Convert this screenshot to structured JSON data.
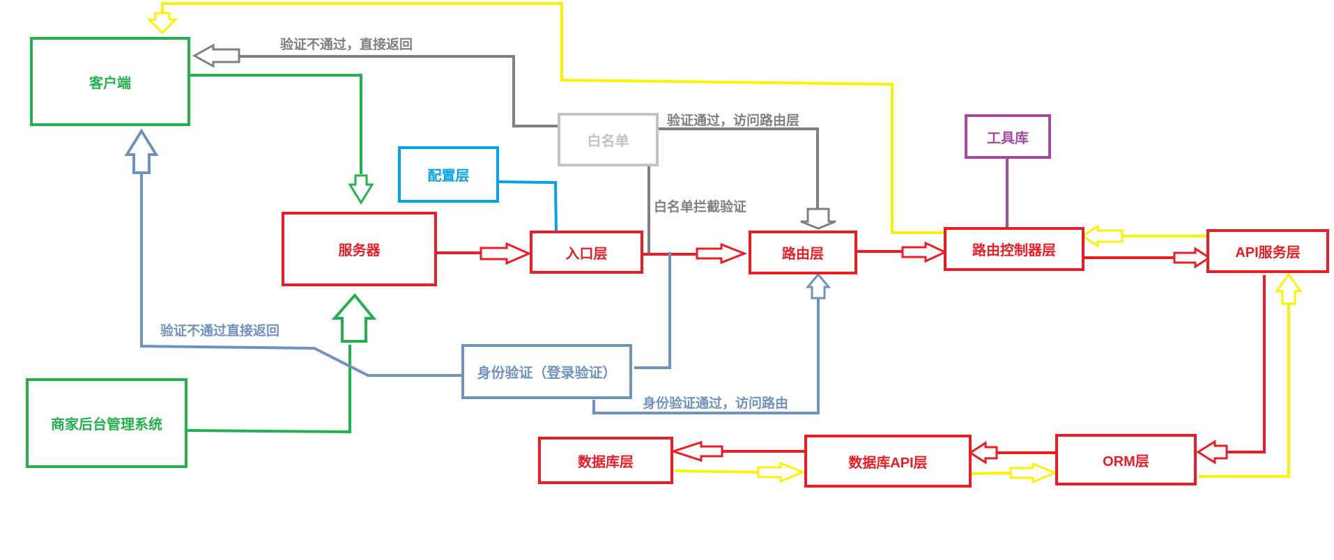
{
  "colors": {
    "green": "#22b14c",
    "red": "#ed1c24",
    "yellow": "#fff200",
    "gray": "#7f7f7f",
    "light_gray": "#c3c3c3",
    "blue": "#00a2e8",
    "purple": "#a349a4",
    "steel_blue": "#7092be"
  },
  "nodes": {
    "client": "客户端",
    "server": "服务器",
    "merchant_admin": "商家后台管理系统",
    "config_layer": "配置层",
    "whitelist": "白名单",
    "entry_layer": "入口层",
    "router_layer": "路由层",
    "tool_library": "工具库",
    "router_controller_layer": "路由控制器层",
    "api_service_layer": "API服务层",
    "auth": "身份验证（登录验证）",
    "database_layer": "数据库层",
    "database_api_layer": "数据库API层",
    "orm_layer": "ORM层"
  },
  "labels": {
    "whitelist_fail": "验证不通过，直接返回",
    "whitelist_pass": "验证通过，访问路由层",
    "whitelist_intercept": "白名单拦截验证",
    "auth_fail": "验证不通过直接返回",
    "auth_pass": "身份验证通过，访问路由"
  }
}
